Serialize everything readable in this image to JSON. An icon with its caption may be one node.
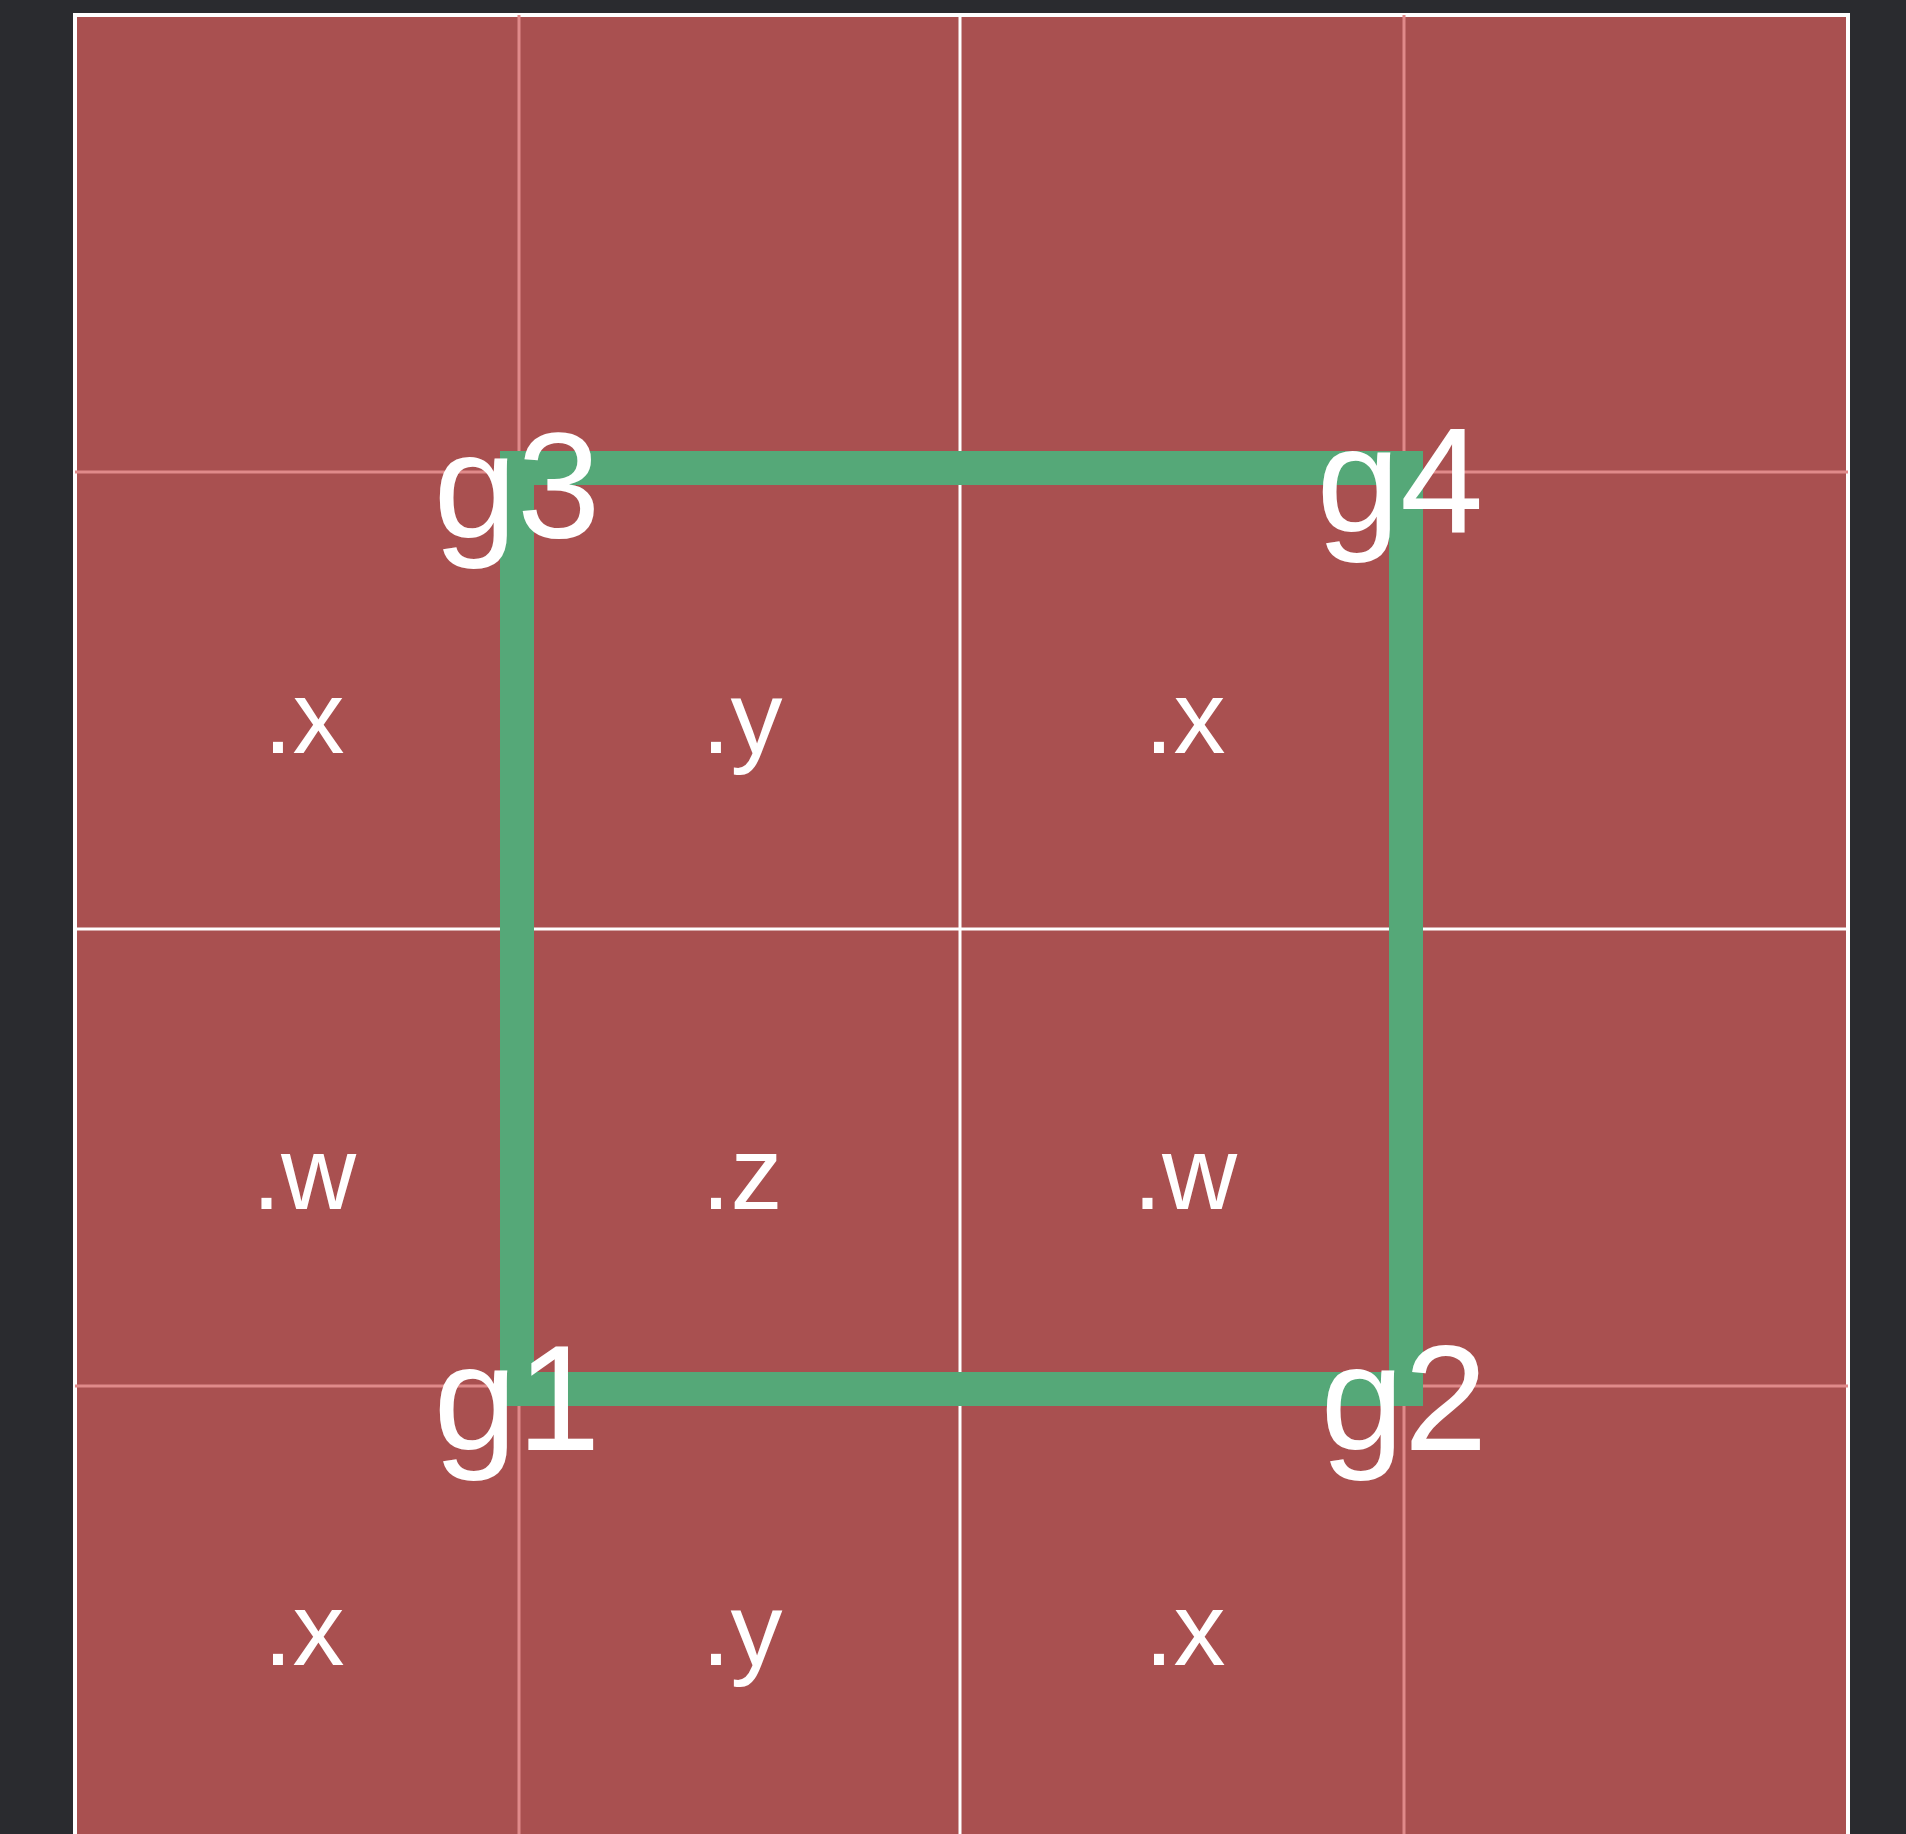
{
  "diagram": {
    "labels": [
      "g3",
      "g4",
      ".x",
      ".y",
      ".x",
      ".w",
      ".z",
      ".w",
      "g1",
      "g2",
      ".x",
      ".y",
      ".x"
    ]
  }
}
